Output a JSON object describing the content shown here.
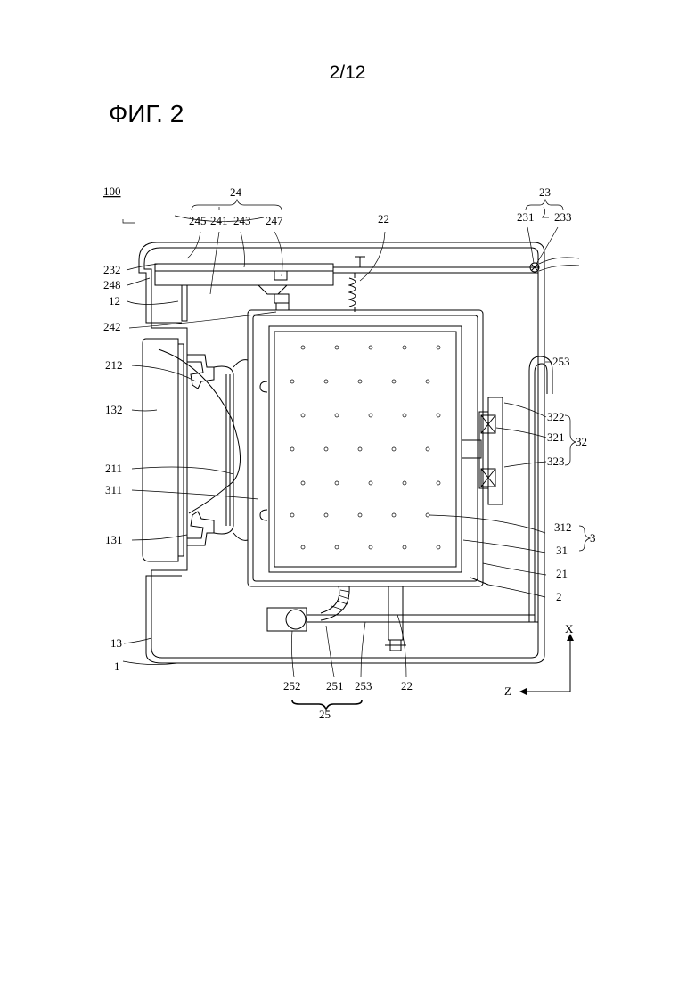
{
  "page": {
    "number": "2/12",
    "figure_title": "ФИГ. 2"
  },
  "labels": {
    "apparatus": "100",
    "drying_module": "24",
    "water_supply": "23",
    "l_245": "245",
    "l_241": "241",
    "l_243": "243",
    "l_247": "247",
    "l_22_top": "22",
    "l_231": "231",
    "l_233": "233",
    "l_232": "232",
    "l_248": "248",
    "l_12": "12",
    "l_242": "242",
    "l_253_right": "253",
    "l_212": "212",
    "l_132": "132",
    "l_322": "322",
    "l_321": "321",
    "l_32": "32",
    "l_323": "323",
    "l_211": "211",
    "l_311": "311",
    "l_131": "131",
    "l_312": "312",
    "l_3": "3",
    "l_31": "31",
    "l_21": "21",
    "l_2": "2",
    "l_13": "13",
    "l_1": "1",
    "l_252": "252",
    "l_251": "251",
    "l_253_bottom": "253",
    "l_22_bottom": "22",
    "l_25": "25",
    "axis_x": "X",
    "axis_z": "Z"
  }
}
